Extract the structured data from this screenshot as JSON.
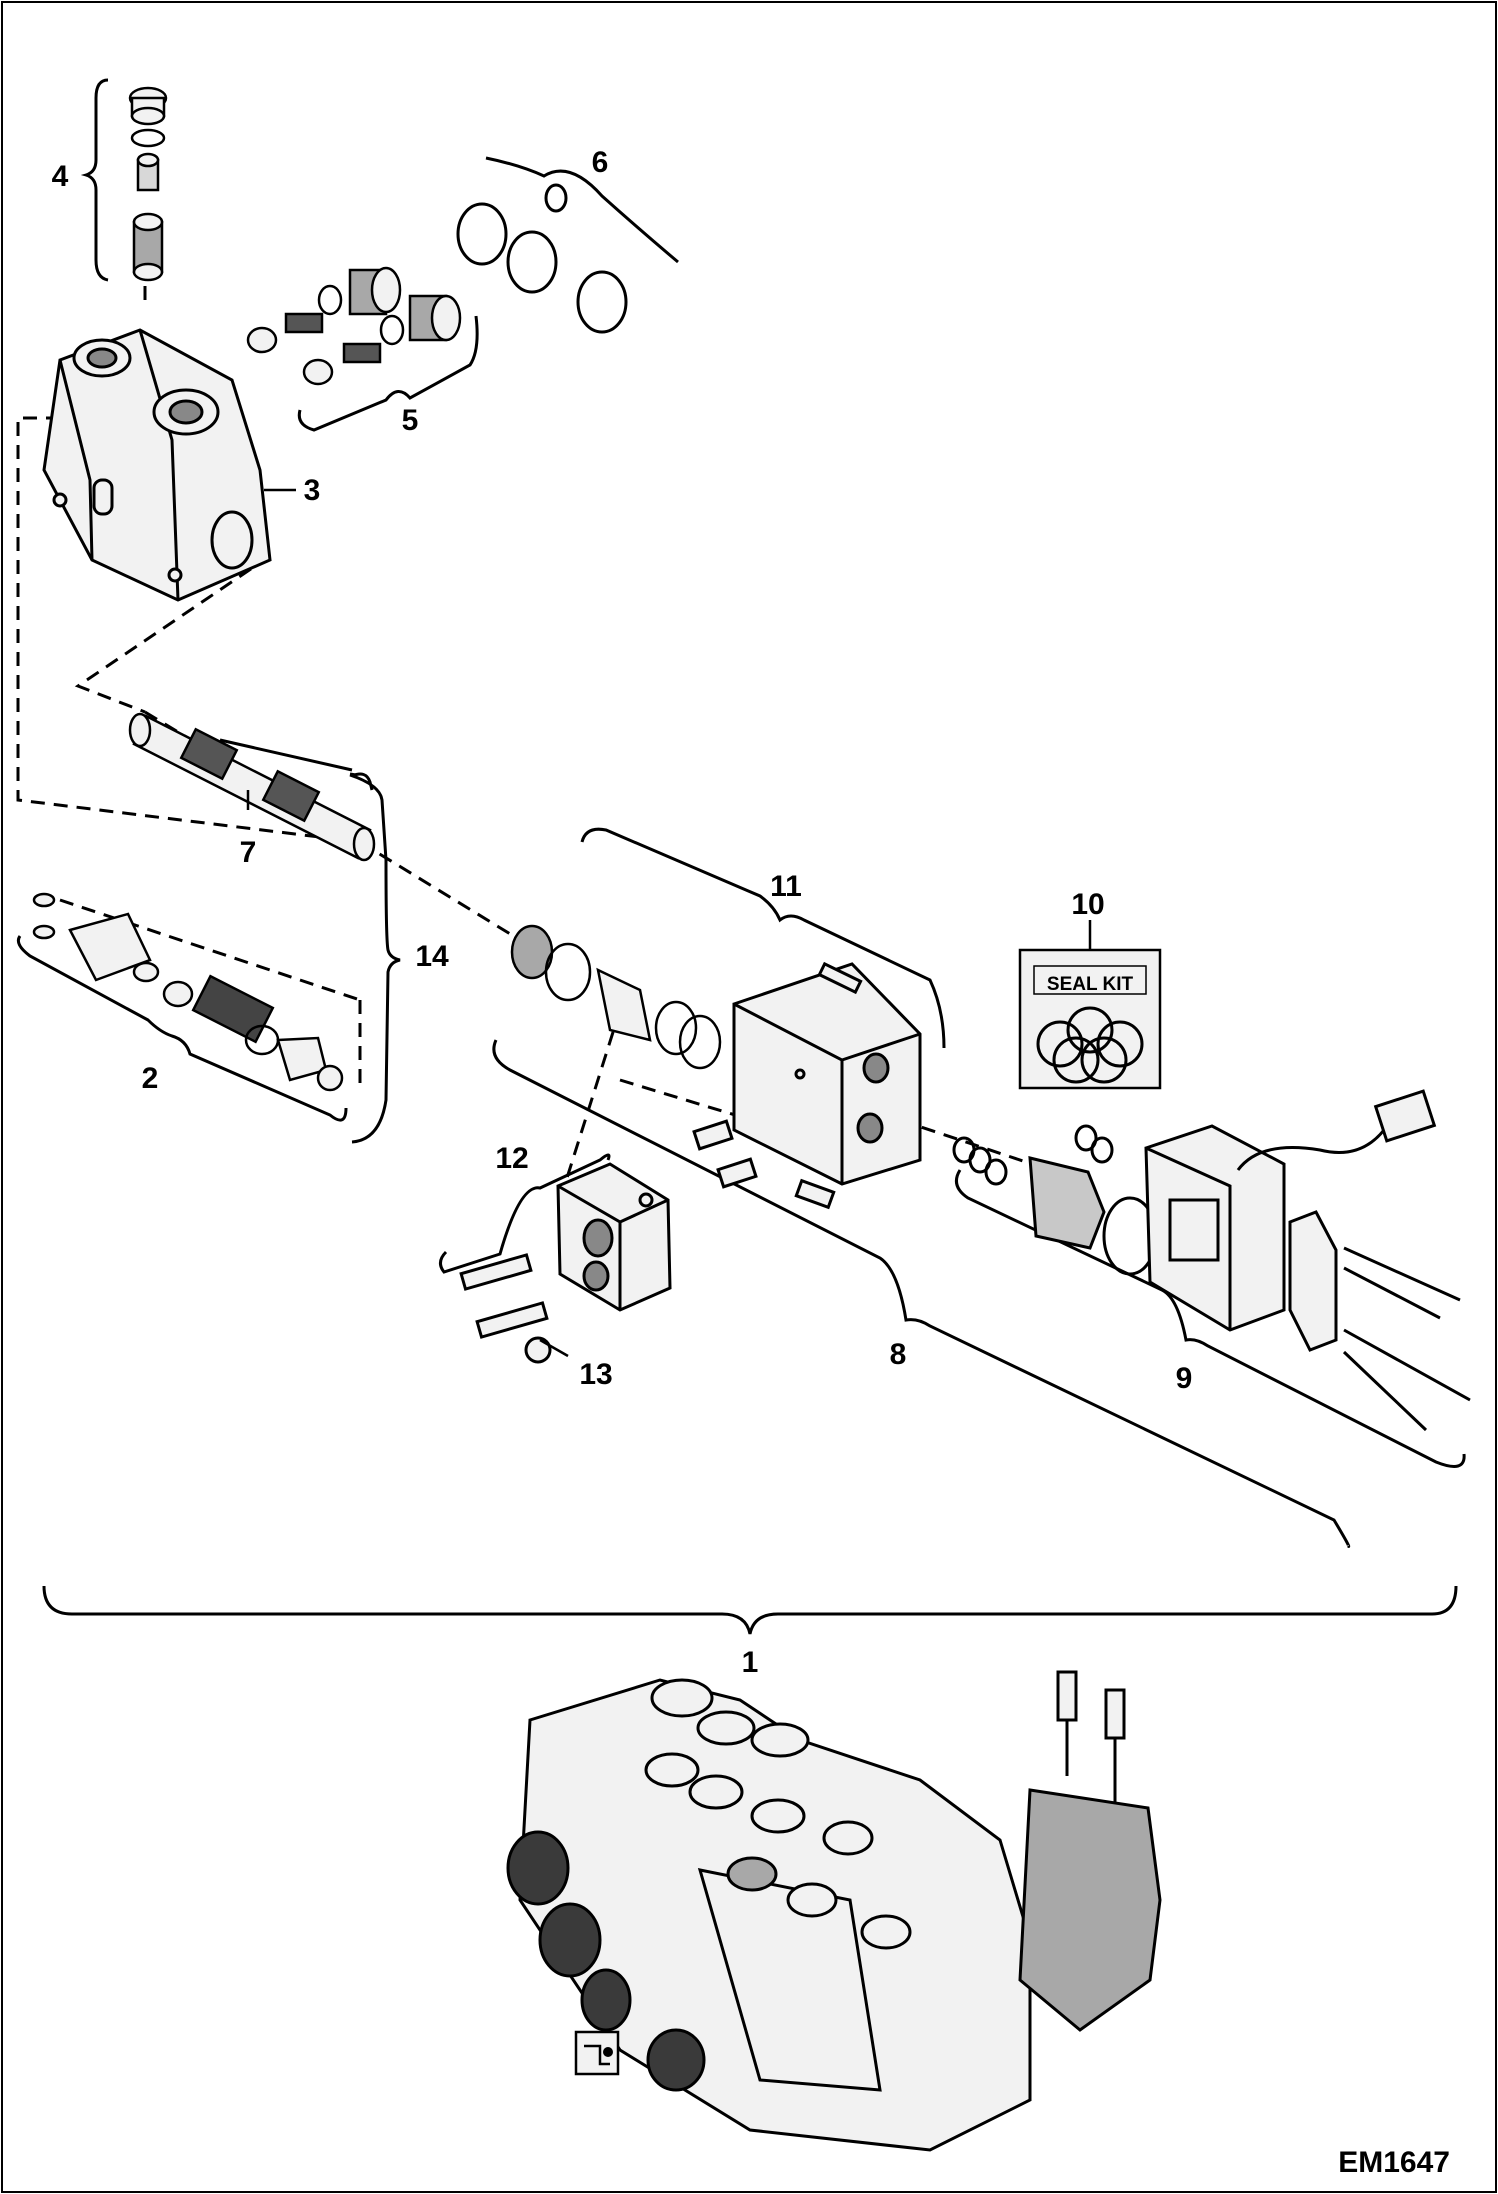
{
  "figure_id": "EM1647",
  "callouts": {
    "c1": "1",
    "c2": "2",
    "c3": "3",
    "c4": "4",
    "c5": "5",
    "c6": "6",
    "c7": "7",
    "c8": "8",
    "c9": "9",
    "c10": "10",
    "c11": "11",
    "c12": "12",
    "c13": "13",
    "c14": "14"
  },
  "seal_kit_label": "SEAL KIT",
  "colors": {
    "ink": "#000000",
    "paper": "#ffffff",
    "part_fill": "#f2f2f2",
    "shade": "#a8a8a8",
    "dark": "#3a3a3a"
  },
  "icons": [
    "manual-reference-icon"
  ]
}
